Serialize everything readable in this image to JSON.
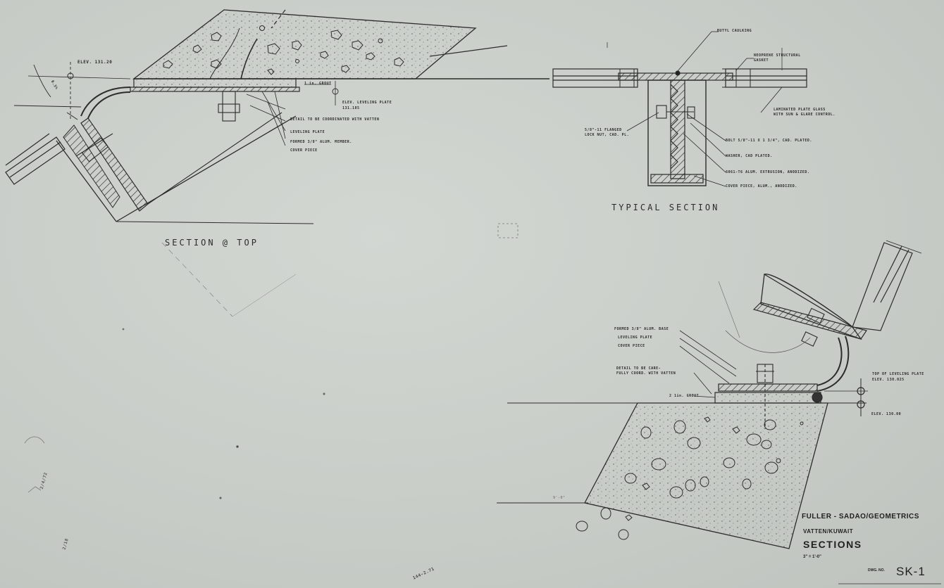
{
  "section_top": {
    "title": "SECTION @ TOP",
    "slope": "0.3%",
    "elev_top": "ELEV. 131.20",
    "grout": "1 in. GROUT",
    "elev_leveling": "ELEV. LEVELING PLATE",
    "elev_leveling_value": "131.185",
    "detail_note": "DETAIL TO BE COORDINATED WITH VATTEN",
    "leveling_plate": "LEVELING PLATE",
    "formed_member": "FORMED 3/8\" ALUM. MEMBER.",
    "cover_piece": "COVER PIECE"
  },
  "typical": {
    "title": "TYPICAL SECTION",
    "caulking": "BUTYL CAULKING",
    "neoprene_1": "NEOPRENE STRUCTURAL",
    "neoprene_2": "GASKET",
    "nut": "5/8\"-11 FLANGED LOCK NUT, CAD. PL.",
    "glass_1": "LAMINATED PLATE GLASS",
    "glass_2": "WITH SUN & GLARE CONTROL.",
    "bolt": "BOLT 5/8\"-11 X 1 3/4\", CAD. PLATED.",
    "washer": "WASHER, CAD PLATED.",
    "extrusion": "6061-T6 ALUM. EXTRUSION, ANODIZED.",
    "cover": "COVER PIECE, ALUM., ANODIZED."
  },
  "base": {
    "formed_base": "FORMED 3/8\" ALUM. BASE",
    "leveling_plate": "LEVELING PLATE",
    "cover_piece": "COVER PIECE",
    "detail_1": "DETAIL TO BE CARE-",
    "detail_2": "FULLY COORD. WITH VATTEN",
    "grout": "2 1in. GROUT",
    "top_plate_1": "TOP OF LEVELING PLATE",
    "top_plate_2": "ELEV. 130.025",
    "elev": "ELEV. 130.00",
    "margin_note": "9'-0\""
  },
  "title_block": {
    "line1": "FULLER - SADAO/GEOMETRICS",
    "line2": "VATTEN/KUWAIT",
    "line3": "SECTIONS",
    "scale": "3\" = 1'-0\"",
    "dwg_label": "DWG. NO.",
    "dwg_no": "SK-1"
  },
  "margin_notes": {
    "side_1": "2/4/72",
    "side_2": "2/18",
    "bottom": "144-2.71"
  },
  "colors": {
    "paper": "#c9cdc8",
    "ink": "#2a2b2a"
  }
}
